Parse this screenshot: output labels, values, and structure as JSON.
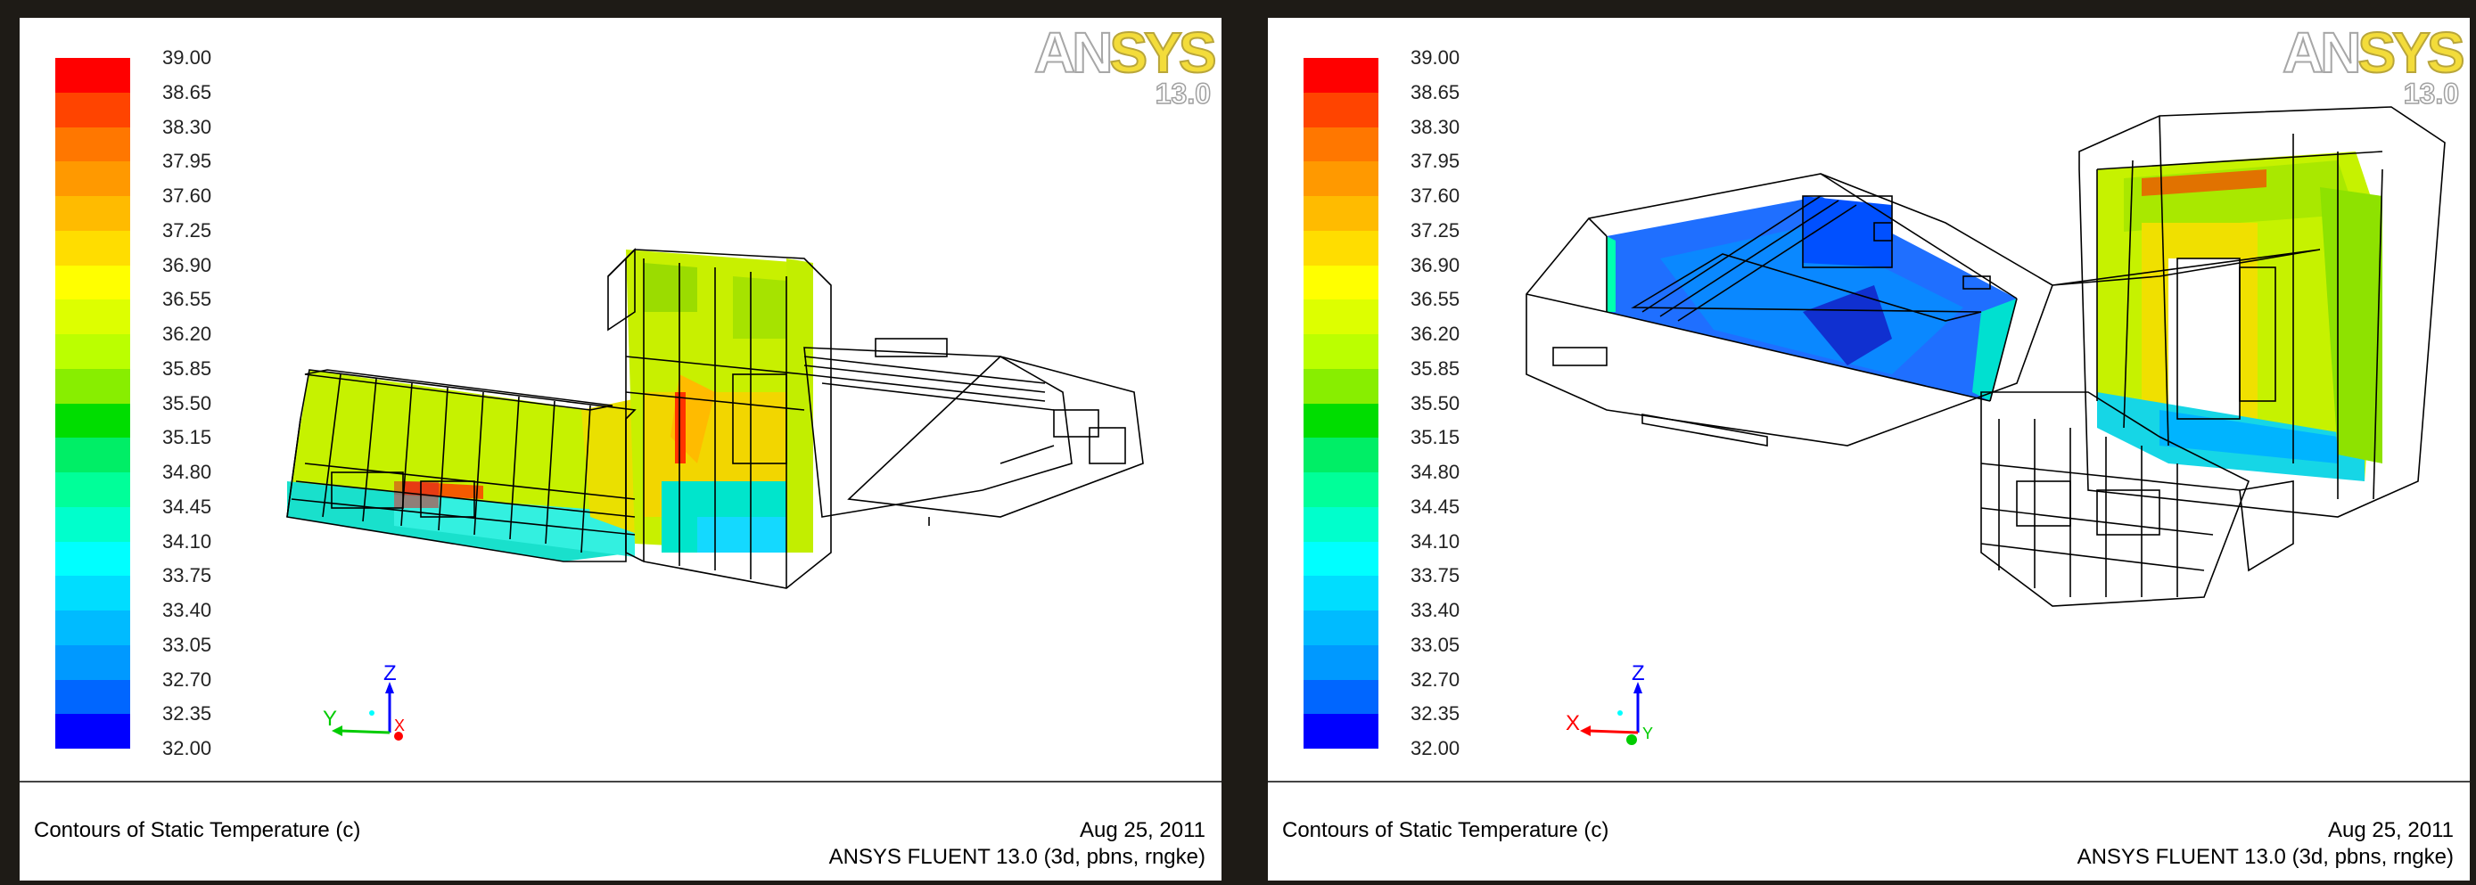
{
  "legend": {
    "levels": [
      "39.00",
      "38.65",
      "38.30",
      "37.95",
      "37.60",
      "37.25",
      "36.90",
      "36.55",
      "36.20",
      "35.85",
      "35.50",
      "35.15",
      "34.80",
      "34.45",
      "34.10",
      "33.75",
      "33.40",
      "33.05",
      "32.70",
      "32.35",
      "32.00"
    ],
    "colors": [
      "#ff0000",
      "#ff4400",
      "#ff7700",
      "#ff9900",
      "#ffbb00",
      "#ffdd00",
      "#ffff00",
      "#ddff00",
      "#bbff00",
      "#88ee00",
      "#00dd00",
      "#00ee66",
      "#00ff99",
      "#00ffcc",
      "#00ffff",
      "#00ddff",
      "#00bbff",
      "#0099ff",
      "#0066ff",
      "#0000ff"
    ]
  },
  "logo": {
    "brand_a": "AN",
    "brand_b": "SYS",
    "version": "13.0"
  },
  "footer": {
    "title": "Contours of Static Temperature (c)",
    "date": "Aug 25, 2011",
    "version": "ANSYS FLUENT 13.0 (3d, pbns, rngke)"
  },
  "left_view": {
    "axis_labels": {
      "up": "Z",
      "side": "Y",
      "depth": "X"
    }
  },
  "right_view": {
    "axis_labels": {
      "up": "Z",
      "side": "X",
      "depth": "Y"
    }
  },
  "colors": {
    "frame": "#1e1b16",
    "background": "#ffffff"
  }
}
